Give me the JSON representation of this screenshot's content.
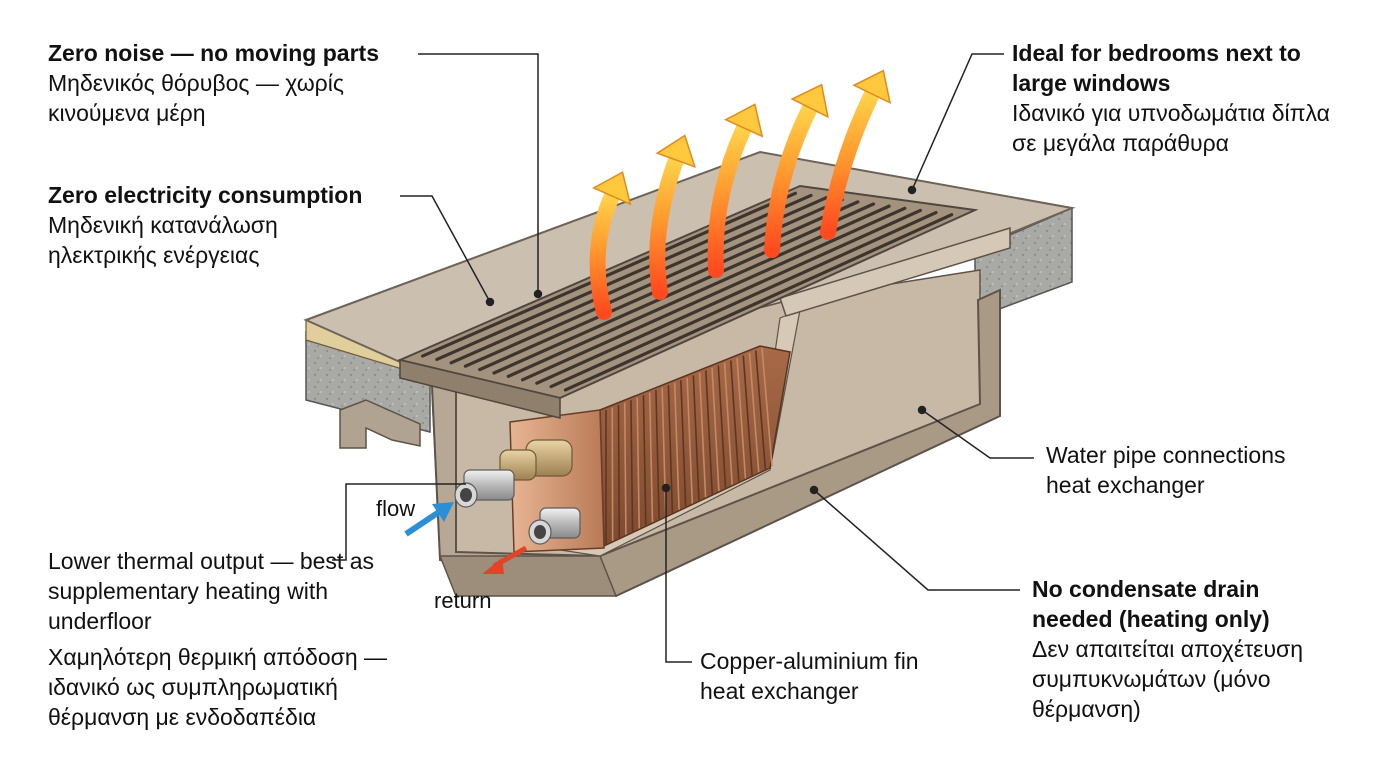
{
  "callouts": {
    "zero_noise": {
      "en": "Zero noise — no moving parts",
      "gr": "Μηδενικός θόρυβος — χωρίς κινούμενα μέρη"
    },
    "zero_electricity": {
      "en": "Zero electricity consumption",
      "gr": "Μηδενική κατανάλωση ηλεκτρικής ενέργειας"
    },
    "ideal_bedrooms": {
      "en": "Ideal for bedrooms next to large windows",
      "gr": "Ιδανικό για υπνοδωμάτια δίπλα σε μεγάλα παράθυρα"
    },
    "water_pipe": {
      "text": "Water pipe connections heat exchanger"
    },
    "lower_output": {
      "en": "Lower thermal output — best as supplementary heating with underfloor",
      "gr": "Χαμηλότερη θερμική απόδοση — ιδανικό ως συμπληρωματική θέρμανση με ενδοδαπέδια"
    },
    "fin_exchanger": {
      "text": "Copper-aluminium fin heat exchanger"
    },
    "no_condensate": {
      "en": "No condensate drain needed (heating only)",
      "gr": "Δεν απαιτείται αποχέτευση συμπυκνωμάτων (μόνο θέρμανση)"
    }
  },
  "pipe_labels": {
    "flow": "flow",
    "return": "return"
  },
  "colors": {
    "floor_top": "#cbbfb0",
    "trench": "#aa9c8a",
    "copper": "#b97a56",
    "flow_arrow": "#2b8fd6",
    "return_arrow": "#e0452a",
    "heat_start": "#ff4a1f",
    "heat_end": "#ffd24a"
  }
}
